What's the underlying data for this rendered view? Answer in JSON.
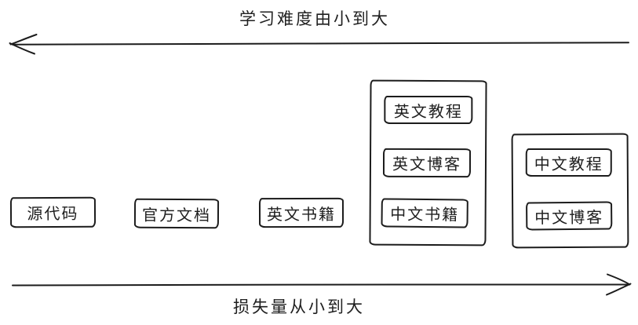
{
  "diagram": {
    "colors": {
      "stroke": "#1c1c1c",
      "text": "#1f1f1f",
      "background": "#ffffff"
    },
    "top_axis": {
      "label": "学习难度由小到大",
      "direction": "left"
    },
    "bottom_axis": {
      "label": "损失量从小到大",
      "direction": "right"
    },
    "items": [
      {
        "label": "源代码"
      },
      {
        "label": "官方文档"
      },
      {
        "label": "英文书籍"
      }
    ],
    "groups": [
      {
        "items": [
          {
            "label": "英文教程"
          },
          {
            "label": "英文博客"
          },
          {
            "label": "中文书籍"
          }
        ]
      },
      {
        "items": [
          {
            "label": "中文教程"
          },
          {
            "label": "中文博客"
          }
        ]
      }
    ]
  }
}
